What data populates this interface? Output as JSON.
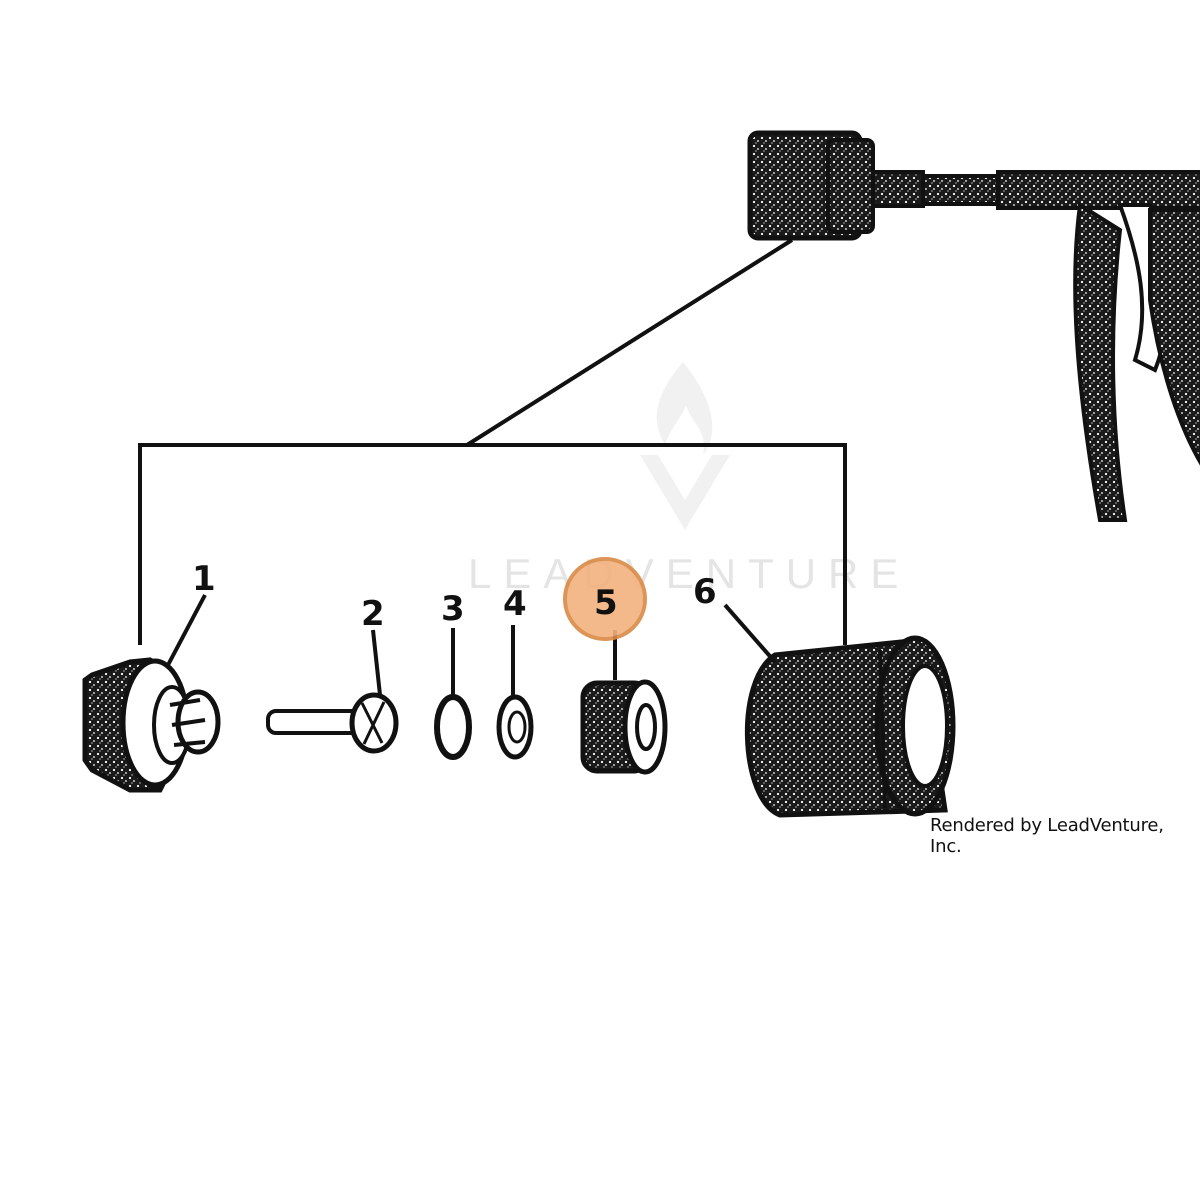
{
  "watermark": {
    "text": "LEADVENTURE",
    "icon": "flame-v-logo"
  },
  "credit": "Rendered by LeadVenture, Inc.",
  "highlight_color": "#f2b27e",
  "highlight_stroke": "#d98a44",
  "parts": [
    {
      "callout": "1",
      "icon": "nozzle-body-icon"
    },
    {
      "callout": "2",
      "icon": "pin-screw-icon"
    },
    {
      "callout": "3",
      "icon": "o-ring-icon"
    },
    {
      "callout": "4",
      "icon": "washer-icon"
    },
    {
      "callout": "5",
      "icon": "knurled-nut-icon",
      "highlighted": true
    },
    {
      "callout": "6",
      "icon": "nozzle-cap-icon"
    }
  ]
}
